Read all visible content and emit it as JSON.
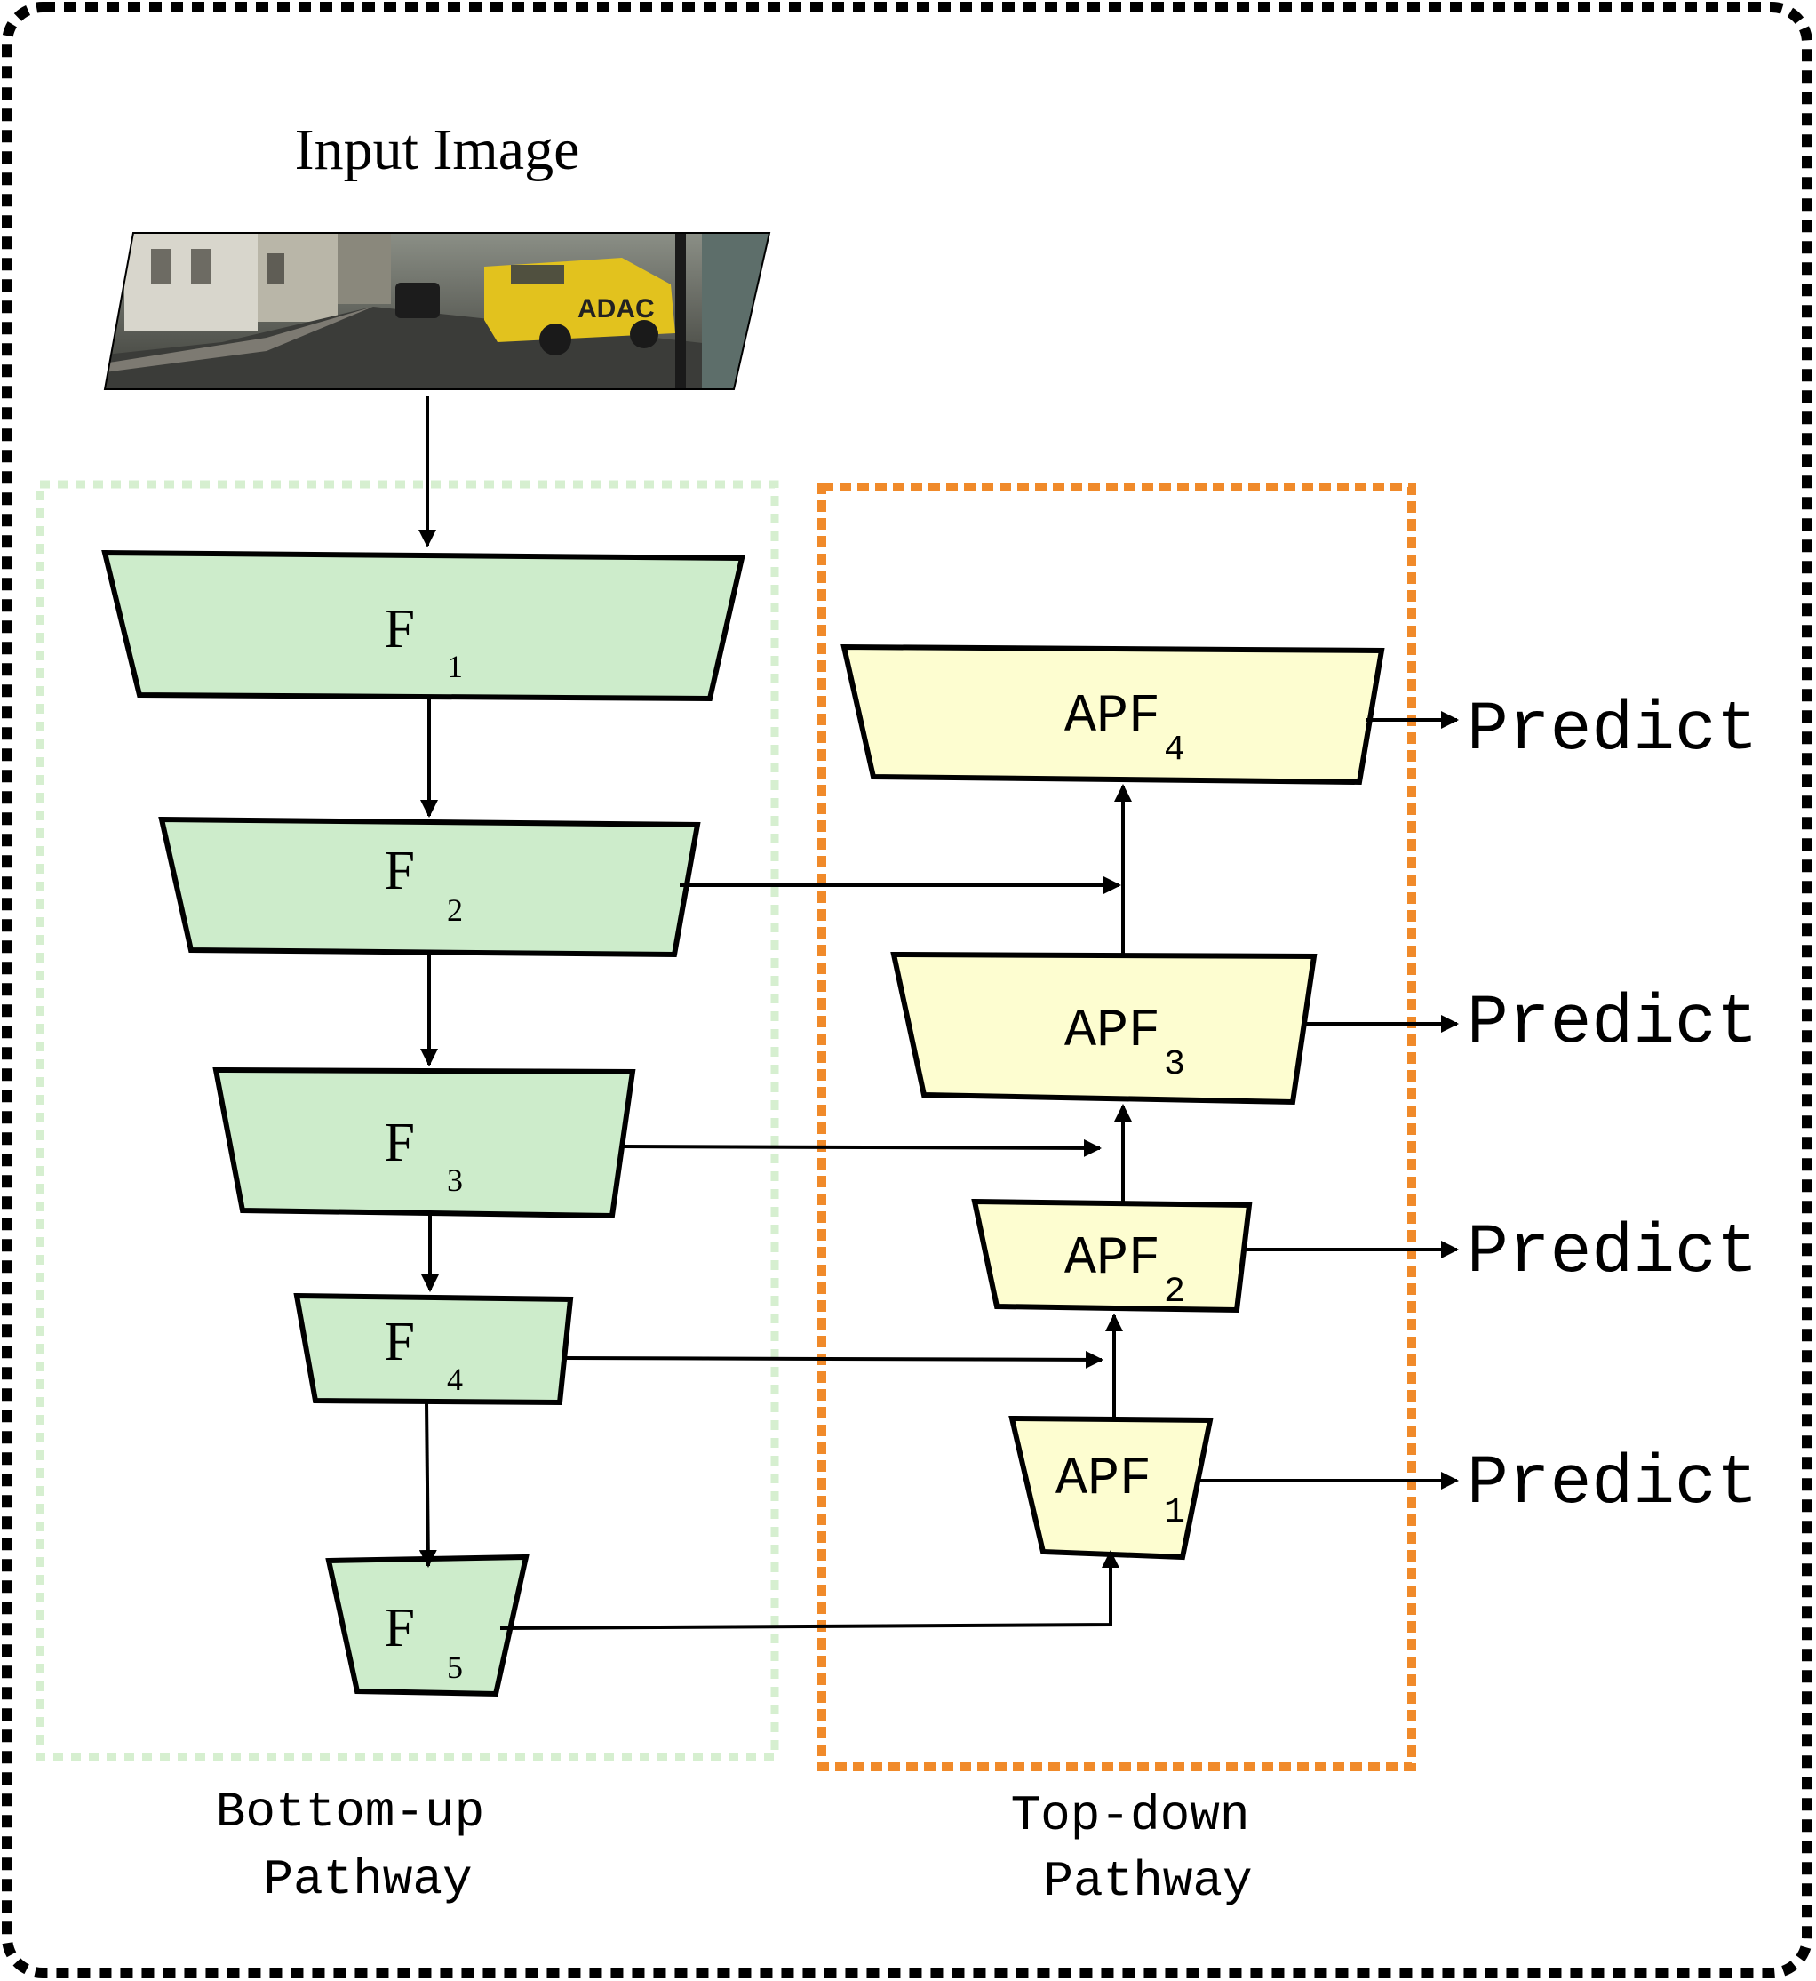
{
  "input": {
    "title": "Input Image"
  },
  "bottom_up": {
    "caption_line1": "Bottom-up",
    "caption_line2": "Pathway",
    "border_color": "#d6efd0",
    "fill_color": "#cdeccb",
    "blocks": [
      {
        "base": "F",
        "sub": "1"
      },
      {
        "base": "F",
        "sub": "2"
      },
      {
        "base": "F",
        "sub": "3"
      },
      {
        "base": "F",
        "sub": "4"
      },
      {
        "base": "F",
        "sub": "5"
      }
    ]
  },
  "top_down": {
    "caption_line1": "Top-down",
    "caption_line2": "Pathway",
    "border_color": "#f08a2a",
    "fill_color": "#fdfdd0",
    "blocks": [
      {
        "base": "APF",
        "sub": "4",
        "output": "Predict"
      },
      {
        "base": "APF",
        "sub": "3",
        "output": "Predict"
      },
      {
        "base": "APF",
        "sub": "2",
        "output": "Predict"
      },
      {
        "base": "APF",
        "sub": "1",
        "output": "Predict"
      }
    ]
  }
}
